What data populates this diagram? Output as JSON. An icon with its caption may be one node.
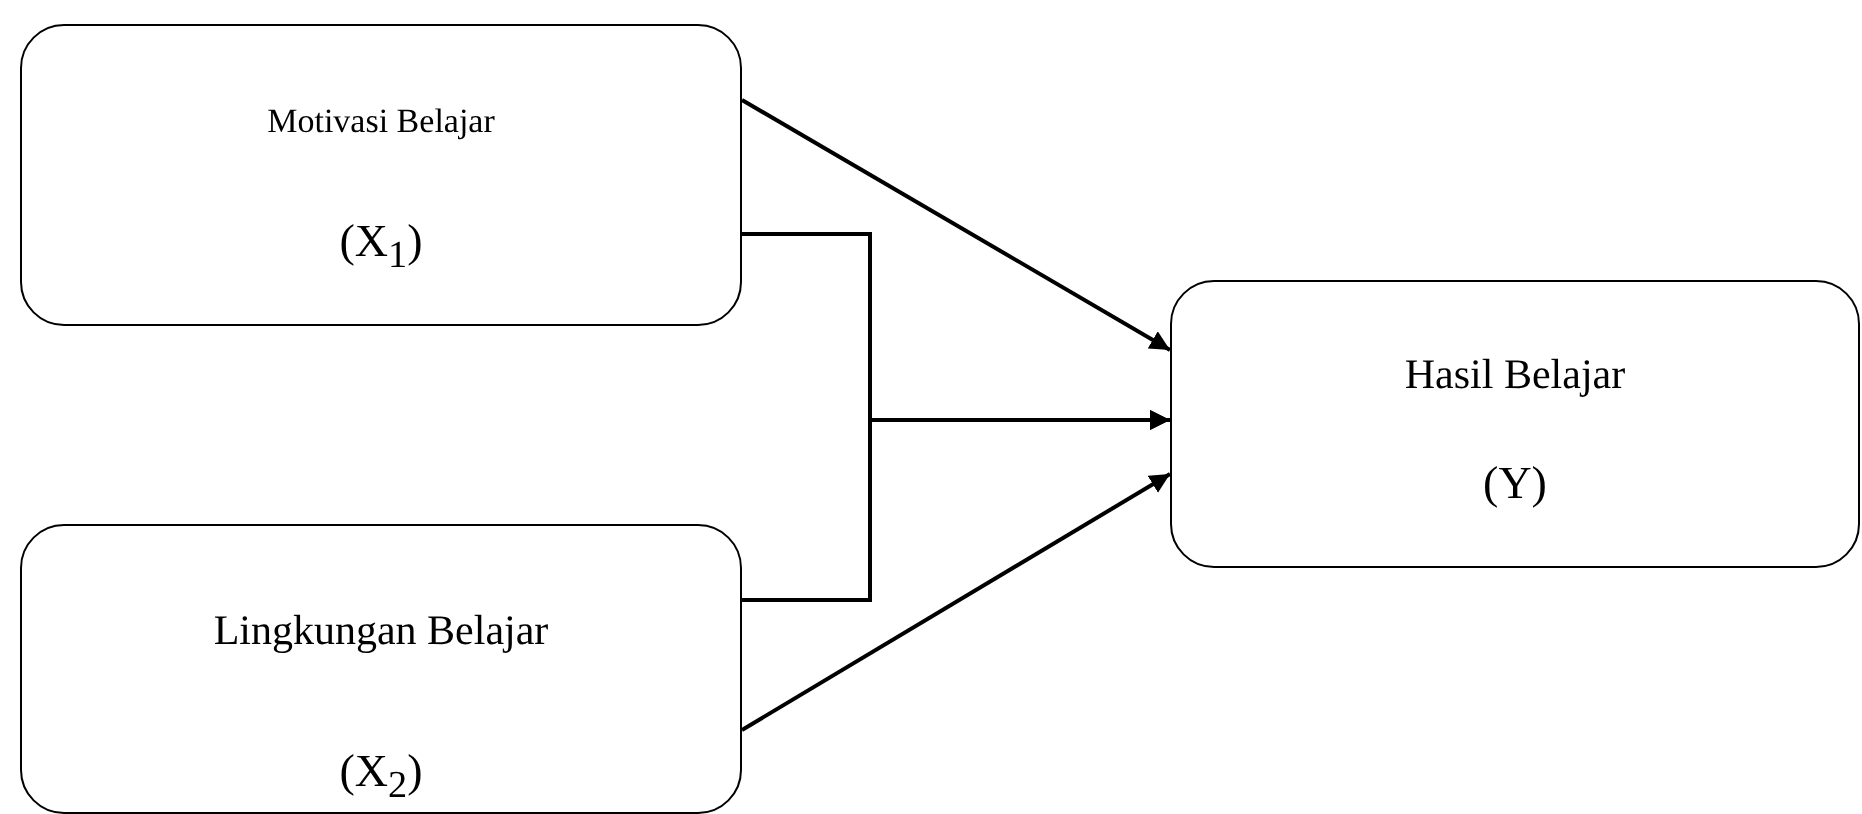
{
  "diagram": {
    "nodes": [
      {
        "text": [
          "Motivasi Belajar",
          "(X$_{1}$)"
        ]
      },
      {
        "text": [
          "Lingkungan Belajar",
          "(X$_{2}$)"
        ]
      },
      {
        "text": [
          "Hasil Belajar",
          "(Y)"
        ]
      }
    ],
    "edges": [
      {
        "from": 0,
        "to": 2,
        "arrow": "to"
      },
      {
        "from": 0,
        "to": 2,
        "arrow": "to"
      },
      {
        "from": 1,
        "to": 2,
        "arrow": "to"
      },
      {
        "from": 1,
        "to": 2,
        "arrow": "to"
      }
    ]
  }
}
